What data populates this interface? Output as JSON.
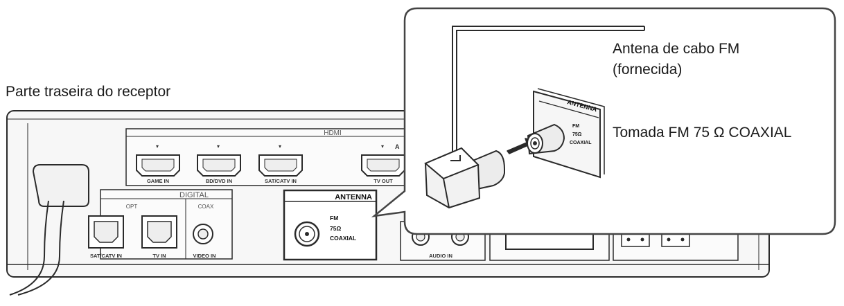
{
  "labels": {
    "rear_of_receiver": "Parte traseira do receptor",
    "antenna_cable_line1": "Antena de cabo FM",
    "antenna_cable_line2": "(fornecida)",
    "fm_jack": "Tomada FM 75 Ω COAXIAL"
  },
  "receiver": {
    "hdmi_group_title": "HDMI",
    "hdmi_ports": [
      "GAME IN",
      "BD/DVD IN",
      "SAT/CATV IN",
      "TV OUT"
    ],
    "hdmi_arc_mark": "A",
    "digital_group_title": "DIGITAL",
    "opt_title": "OPT",
    "coax_title": "COAX",
    "opt_ports": [
      "SAT/CATV IN",
      "TV IN"
    ],
    "coax_port": "VIDEO IN",
    "antenna_title": "ANTENNA",
    "antenna_fm": "FM",
    "antenna_ohm": "75Ω",
    "antenna_coaxial": "COAXIAL",
    "audio_in": "AUDIO IN"
  },
  "zoom_panel": {
    "antenna_title": "ANTENNA",
    "fm": "FM",
    "ohm": "75Ω",
    "coaxial": "COAXIAL"
  },
  "colors": {
    "line": "#2a2a2a",
    "panel_fill": "#ffffff",
    "device_fill": "#f7f7f7",
    "text": "#1a1a1a"
  }
}
